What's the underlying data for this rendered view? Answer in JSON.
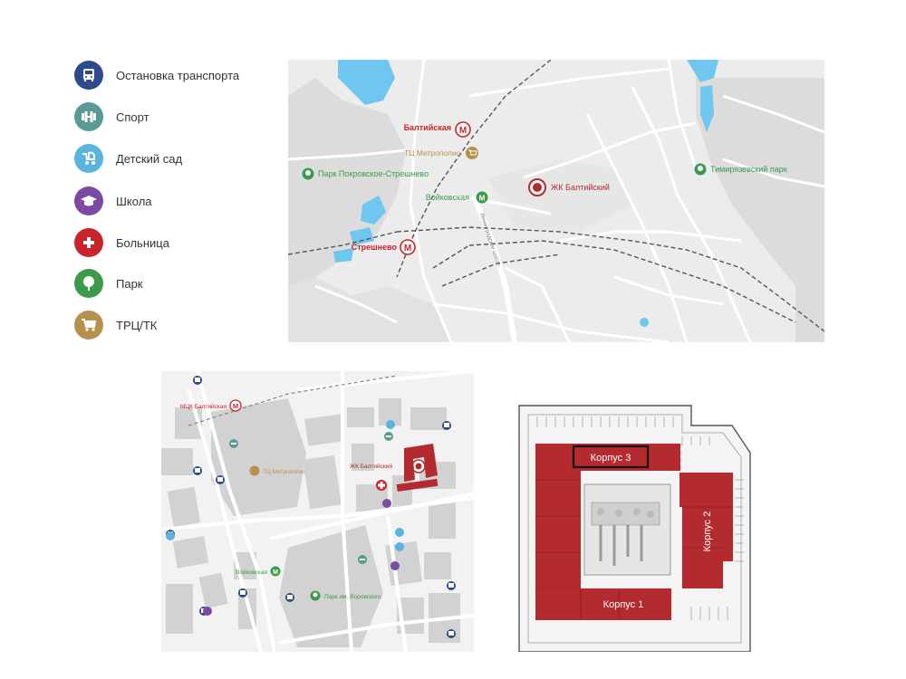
{
  "legend": {
    "items": [
      {
        "label": "Остановка транспорта",
        "icon": "bus-icon",
        "color": "#2d4a8c"
      },
      {
        "label": "Спорт",
        "icon": "dumbbell-icon",
        "color": "#5a9a94"
      },
      {
        "label": "Детский сад",
        "icon": "stroller-icon",
        "color": "#5ab4de"
      },
      {
        "label": "Школа",
        "icon": "graduation-cap-icon",
        "color": "#7b4aa3"
      },
      {
        "label": "Больница",
        "icon": "medical-cross-icon",
        "color": "#c8242b"
      },
      {
        "label": "Парк",
        "icon": "tree-icon",
        "color": "#3d9a4a"
      },
      {
        "label": "ТРЦ/ТК",
        "icon": "shopping-cart-icon",
        "color": "#b6914d"
      }
    ]
  },
  "district_map": {
    "labels": {
      "baltiyskaya": "Балтийская",
      "metropolis": "ТЦ Метрополис",
      "pokrovskoe_park": "Парк Покровское-Стрешнево",
      "voykovskaya": "Войковская",
      "zhk": "ЖК Балтийский",
      "streshnevo": "Стрешнево",
      "timiryazev_park": "Тимирязевский парк",
      "highway": "Ленинградское шоссе"
    }
  },
  "local_map": {
    "labels": {
      "mck": "МЦК Балтийская",
      "metropolis": "ТЦ Метрополис",
      "zhk": "ЖК Балтийский",
      "voykovskaya": "Войковская",
      "park": "Парк им. Воровского"
    }
  },
  "site_plan": {
    "buildings": {
      "b1": "Корпус 1",
      "b2": "Корпус 2",
      "b3": "Корпус 3"
    }
  },
  "colors": {
    "accent_red": "#b32a2f",
    "metro_red": "#c8242b",
    "park_green": "#3d9a4a",
    "water_blue": "#6fc6ef",
    "mall_gold": "#b6914d"
  }
}
